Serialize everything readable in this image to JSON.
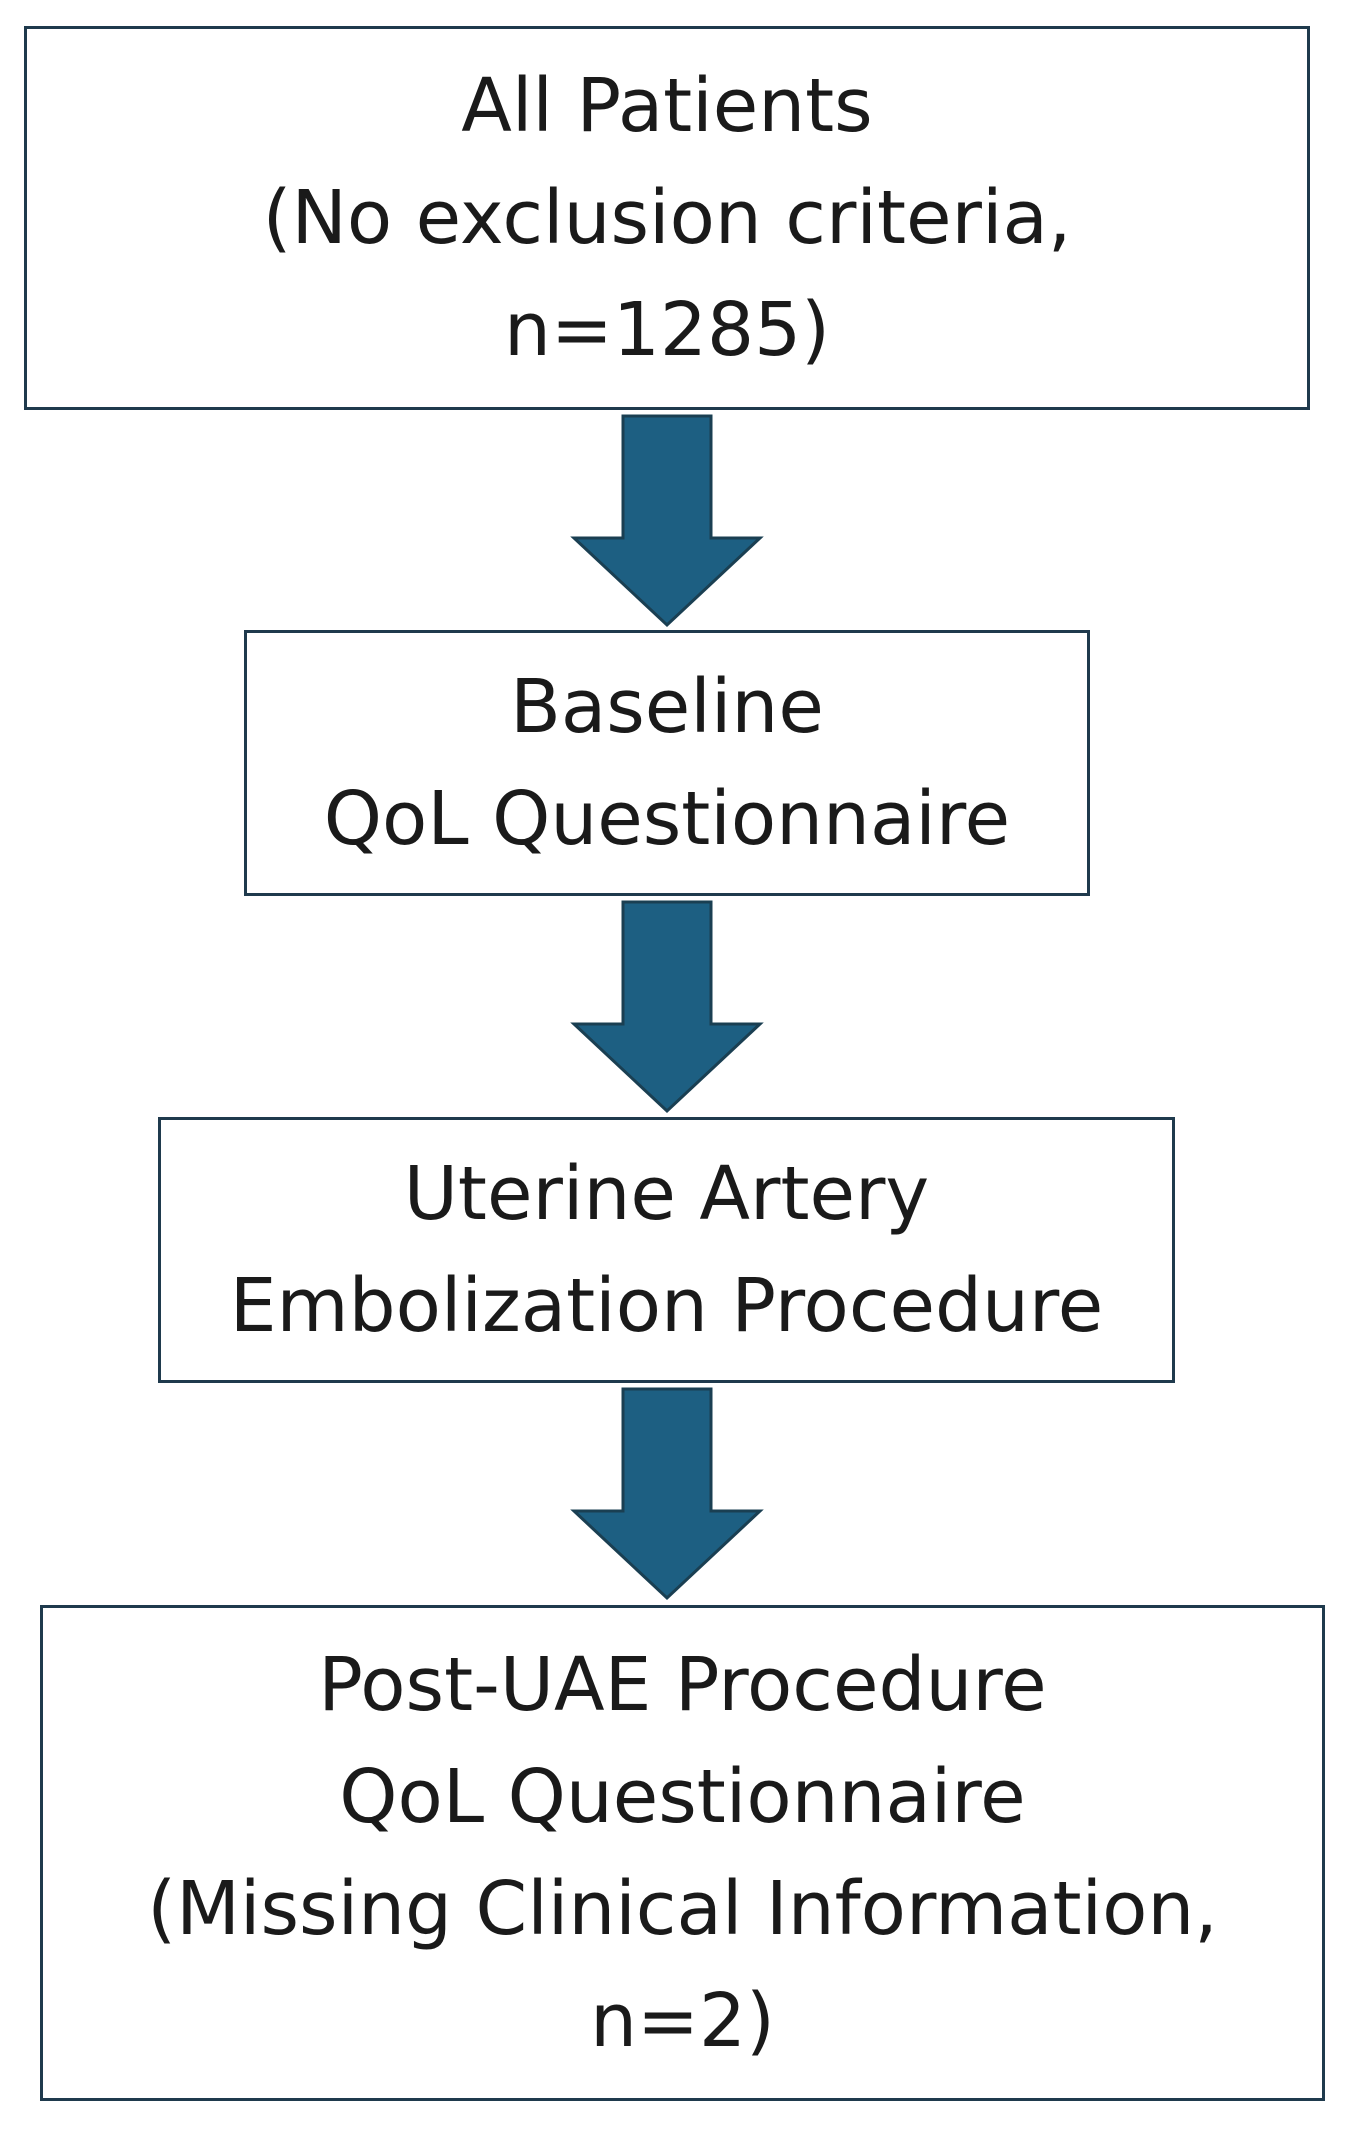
{
  "colors": {
    "arrow_fill": "#1d5f82",
    "arrow_stroke": "#1a3f52",
    "box_border": "#1f3a4d",
    "text": "#1a1a1a"
  },
  "boxes": [
    {
      "lines": [
        "All Patients",
        "(No exclusion criteria,",
        "n=1285)"
      ]
    },
    {
      "lines": [
        "Baseline",
        "QoL Questionnaire"
      ]
    },
    {
      "lines": [
        "Uterine Artery",
        "Embolization Procedure"
      ]
    },
    {
      "lines": [
        "Post-UAE Procedure",
        "QoL Questionnaire",
        "(Missing Clinical Information,",
        "n=2)"
      ]
    }
  ],
  "arrows": [
    {
      "direction": "down"
    },
    {
      "direction": "down"
    },
    {
      "direction": "down"
    }
  ]
}
